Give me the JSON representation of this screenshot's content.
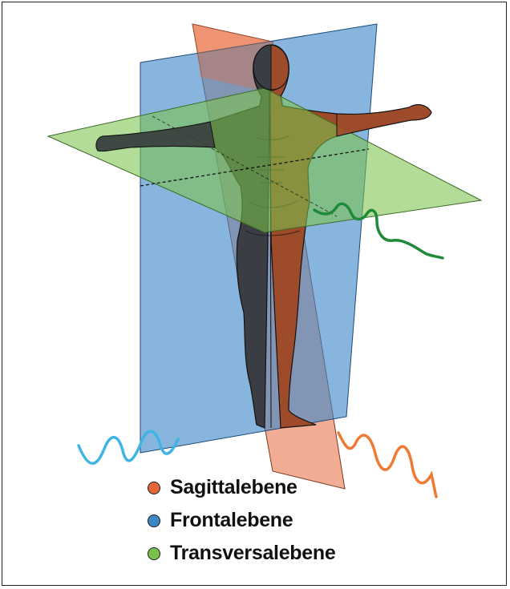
{
  "colors": {
    "sagittal": "#e8673a",
    "frontal": "#3f87c8",
    "transversal": "#7bc24b",
    "body_left": "#3a3d43",
    "body_right": "#9e4b2b",
    "wave_sagittal": "#ee7a35",
    "wave_frontal": "#3fb3e3",
    "wave_transversal": "#1f8a3a"
  },
  "legend": {
    "items": [
      {
        "label": "Sagittalebene",
        "color": "#e8673a"
      },
      {
        "label": "Frontalebene",
        "color": "#3f87c8"
      },
      {
        "label": "Transversalebene",
        "color": "#7bc24b"
      }
    ]
  },
  "icons": [
    "human-body-figure",
    "sagittal-plane",
    "frontal-plane",
    "transversal-plane",
    "wave-line"
  ]
}
